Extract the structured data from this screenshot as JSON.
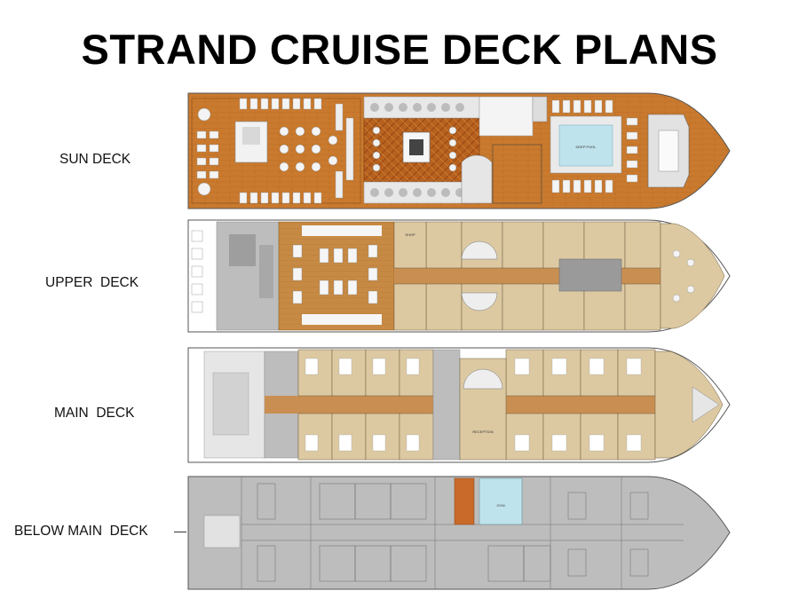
{
  "title": "STRAND CRUISE DECK PLANS",
  "decks": [
    {
      "id": "sun",
      "label": "SUN DECK",
      "room_labels": [
        "DEEP POOL"
      ]
    },
    {
      "id": "upper",
      "label": "UPPER  DECK",
      "room_labels": [
        "SHOP"
      ]
    },
    {
      "id": "main",
      "label": "MAIN  DECK",
      "room_labels": [
        "RECEPTION"
      ]
    },
    {
      "id": "below",
      "label": "BELOW MAIN  DECK",
      "room_labels": [
        "GYM"
      ]
    }
  ],
  "colors": {
    "wood": "#c97a2e",
    "wood_dark": "#a8561b",
    "beige": "#dcc9a2",
    "corridor": "#c98f52",
    "grey": "#bdbdbd",
    "pool": "#bfe3ec",
    "hull_line": "#555555"
  }
}
